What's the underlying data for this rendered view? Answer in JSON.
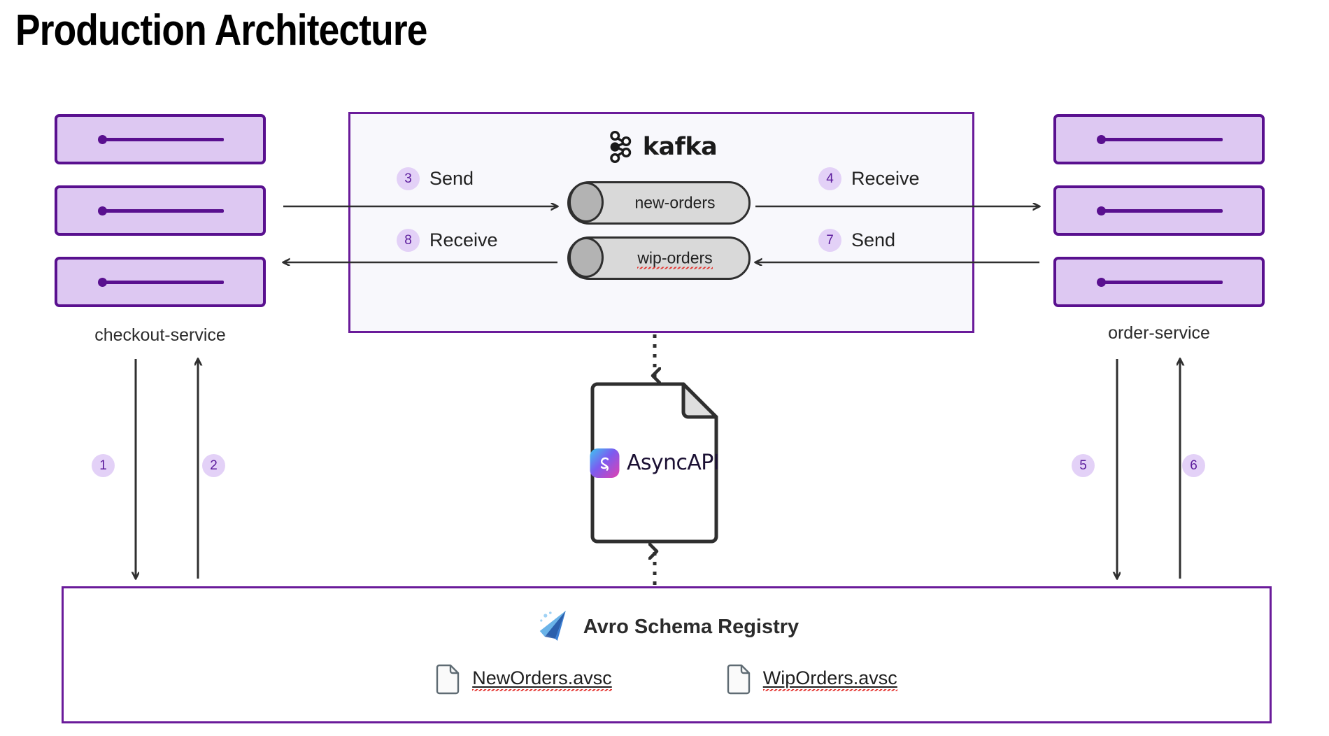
{
  "title": "Production Architecture",
  "colors": {
    "rack_fill": "#ddc8f2",
    "rack_border": "#59108f",
    "panel_border": "#6a1b9a",
    "panel_fill": "#f8f8fc",
    "badge_fill": "#e3d1f7",
    "badge_text": "#5b1b9c",
    "topic_fill": "#d9d9d9",
    "topic_cap": "#b3b3b3",
    "arrow": "#2f2f2f",
    "avro_blue": "#5aa9e6"
  },
  "services": {
    "left": {
      "caption": "checkout-service",
      "racks": [
        {
          "name": "rack-unit-1"
        },
        {
          "name": "rack-unit-2"
        },
        {
          "name": "rack-unit-3"
        }
      ]
    },
    "right": {
      "caption": "order-service",
      "racks": [
        {
          "name": "rack-unit-1"
        },
        {
          "name": "rack-unit-2"
        },
        {
          "name": "rack-unit-3"
        }
      ]
    }
  },
  "broker": {
    "logo_text": "kafka",
    "topics": [
      {
        "name": "new-orders",
        "misspelled": false
      },
      {
        "name": "wip-orders",
        "misspelled": true
      }
    ]
  },
  "flows": {
    "send_new_orders": {
      "number": "3",
      "label": "Send"
    },
    "receive_new_orders": {
      "number": "4",
      "label": "Receive"
    },
    "receive_wip_orders": {
      "number": "8",
      "label": "Receive"
    },
    "send_wip_orders": {
      "number": "7",
      "label": "Send"
    },
    "checkout_down": {
      "number": "1"
    },
    "checkout_up": {
      "number": "2"
    },
    "order_down": {
      "number": "5"
    },
    "order_up": {
      "number": "6"
    }
  },
  "spec_document": {
    "logo_text": "AsyncAPI"
  },
  "registry": {
    "title": "Avro Schema Registry",
    "files": [
      {
        "name": "NewOrders.avsc",
        "misspelled": true
      },
      {
        "name": "WipOrders.avsc",
        "misspelled": true
      }
    ]
  }
}
